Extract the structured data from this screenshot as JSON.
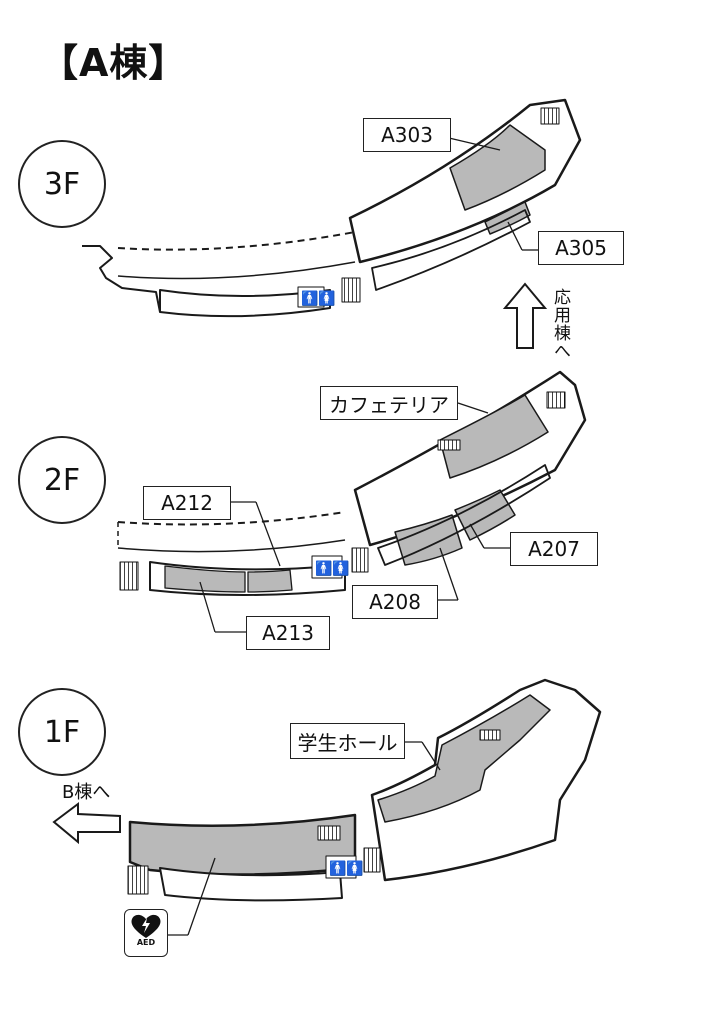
{
  "title": "【A棟】",
  "floors": {
    "f3": {
      "label": "3F",
      "rooms": {
        "a303": "A303",
        "a305": "A305"
      }
    },
    "f2": {
      "label": "2F",
      "rooms": {
        "cafeteria": "カフェテリア",
        "a212": "A212",
        "a207": "A207",
        "a208": "A208",
        "a213": "A213"
      }
    },
    "f1": {
      "label": "1F",
      "rooms": {
        "student_hall": "学生ホール"
      }
    }
  },
  "directions": {
    "to_oyo": "応用棟へ",
    "to_b": "B棟へ"
  },
  "aed": {
    "label": "AED",
    "icon": "heart-bolt-icon"
  },
  "colors": {
    "room_fill": "#b9b9b9",
    "line": "#1a1a1a"
  }
}
